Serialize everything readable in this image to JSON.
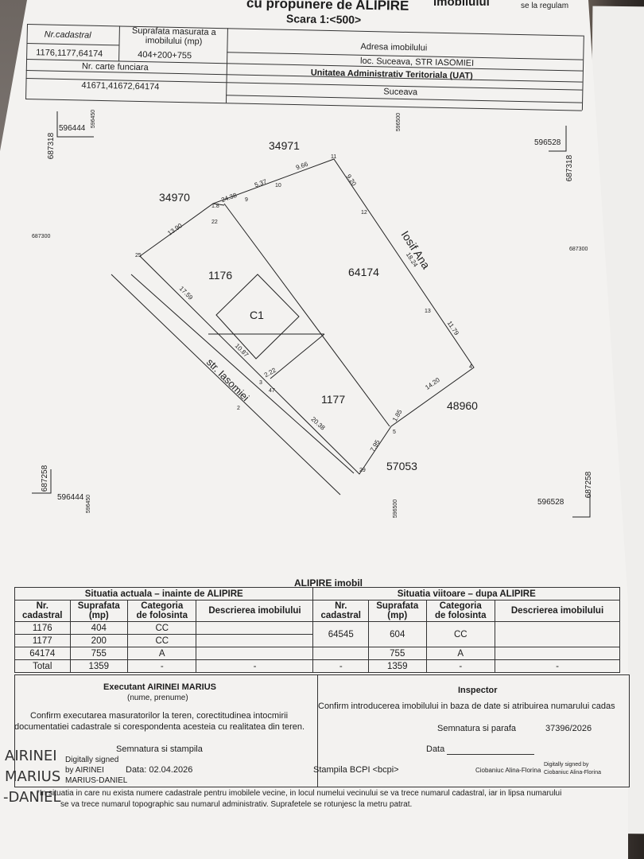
{
  "header": {
    "title_line1": "cu propunere de ALIPIRE",
    "title_line1_tail": "imobilului",
    "top_right_note": "se la regulam",
    "scale": "Scara 1:<500>"
  },
  "id_table": {
    "nr_cadastral_label": "Nr.cadastral",
    "nr_cadastral_value": "1176,1177,64174",
    "area_label_1": "Suprafata masurata a",
    "area_label_2": "imobilului (mp)",
    "area_value": "404+200+755",
    "address_label": "Adresa imobilului",
    "address_value": "loc. Suceava, STR IASOMIEI",
    "carte_label": "Nr. carte funciara",
    "carte_value": "41671,41672,64174",
    "uat_label": "Unitatea Administrativ Teritoriala (UAT)",
    "uat_value": "Suceava"
  },
  "plan": {
    "coord_tl_x": "596444",
    "coord_tl_y": "687318",
    "coord_tr_x": "596528",
    "coord_tr_y": "687318",
    "coord_bl_x": "596444",
    "coord_bl_y": "687258",
    "coord_br_x": "596528",
    "coord_br_y": "687258",
    "grid_left": "687300",
    "grid_right": "687300",
    "grid_top_a": "596450",
    "grid_top_b": "596500",
    "grid_bot_a": "596450",
    "grid_bot_b": "596500",
    "neighbors": [
      "34971",
      "34970",
      "Iosif Ana",
      "48960",
      "57053"
    ],
    "parcels": [
      "1176",
      "64174",
      "C1",
      "1177"
    ],
    "street": "str. Iasomiei",
    "distances": [
      "9.66",
      "5.37",
      "24.38",
      "13.90",
      "9.20",
      "18.24",
      "17.59",
      "11.79",
      "10.87",
      "2.22",
      "14.20",
      "20.38",
      "1.85",
      "7.95"
    ],
    "points": [
      "11",
      "10",
      "9",
      "1.8",
      "22",
      "25",
      "12",
      "13",
      "4",
      "2",
      "3",
      "47",
      "5",
      "29"
    ]
  },
  "alipire_title": "ALIPIRE imobil",
  "situation": {
    "actual_title": "Situatia actuala – inainte de ALIPIRE",
    "future_title": "Situatia viitoare – dupa ALIPIRE",
    "col_nr": [
      "Nr.",
      "cadastral"
    ],
    "col_area": [
      "Suprafata",
      "(mp)"
    ],
    "col_cat": [
      "Categoria",
      "de folosinta"
    ],
    "col_desc": "Descrierea imobilului",
    "rows_actual": [
      {
        "nr": "1176",
        "area": "404",
        "cat": "CC"
      },
      {
        "nr": "1177",
        "area": "200",
        "cat": "CC"
      },
      {
        "nr": "64174",
        "area": "755",
        "cat": "A"
      }
    ],
    "future_nr": "64545",
    "rows_future": [
      {
        "area": "604",
        "cat": "CC"
      },
      {
        "area": "755",
        "cat": "A"
      }
    ],
    "total_label": "Total",
    "total_actual": "1359",
    "dash": "-",
    "total_future": "1359"
  },
  "executant": {
    "title": "Executant AIRINEI MARIUS",
    "subtitle": "(nume, prenume)",
    "confirm_1": "Confirm executarea masuratorilor la teren, corectitudinea intocmirii",
    "confirm_2": "documentatiei cadastrale si corespondenta acesteia cu realitatea din teren.",
    "sign_label": "Semnatura si stampila",
    "sig_name_1": "AIRINEI",
    "sig_name_2": "MARIUS",
    "sig_name_3": "-DANIEL",
    "sig_digital_1": "Digitally signed",
    "sig_digital_2": "by AIRINEI",
    "sig_digital_3": "MARIUS-DANIEL",
    "date": "Data: 02.04.2026"
  },
  "inspector": {
    "title": "Inspector",
    "confirm": "Confirm introducerea imobilului in baza de date si atribuirea numarului cadas",
    "sign_label": "Semnatura si parafa",
    "number": "37396/2026",
    "data_label": "Data",
    "stamp": "Stampila BCPI <bcpi>",
    "signer": "Ciobaniuc Alina-Florina",
    "signer_digital_1": "Digitally signed by",
    "signer_digital_2": "Ciobaniuc Alina-Florina"
  },
  "footnote_1": "*In situatia in care nu exista numere cadastrale pentru imobilele vecine, in locul numelui vecinului se va trece numarul cadastral, iar in lipsa numarului",
  "footnote_2": "se va trece numarul topographic sau numarul administrativ. Suprafetele se rotunjesc la metru patrat."
}
